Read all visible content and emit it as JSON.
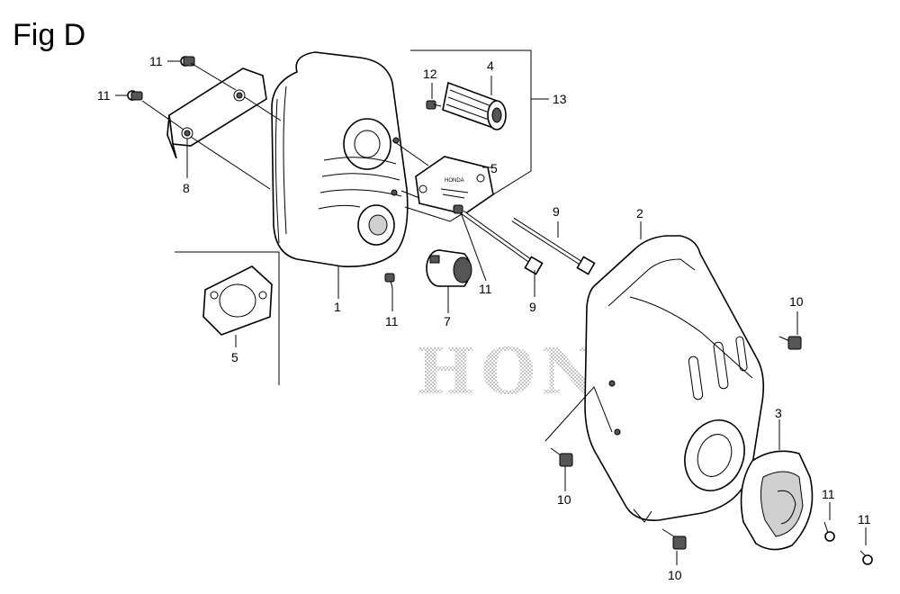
{
  "figure_title": "Fig D",
  "watermark": "HONDA",
  "callouts": {
    "c1": "1",
    "c2": "2",
    "c3": "3",
    "c4": "4",
    "c5a": "5",
    "c5b": "5",
    "c7": "7",
    "c8": "8",
    "c9a": "9",
    "c9b": "9",
    "c10a": "10",
    "c10b": "10",
    "c10c": "10",
    "c11a": "11",
    "c11b": "11",
    "c11c": "11",
    "c11d": "11",
    "c11e": "11",
    "c11f": "11",
    "c12": "12",
    "c13": "13"
  },
  "nameplate_text": "HONDA"
}
